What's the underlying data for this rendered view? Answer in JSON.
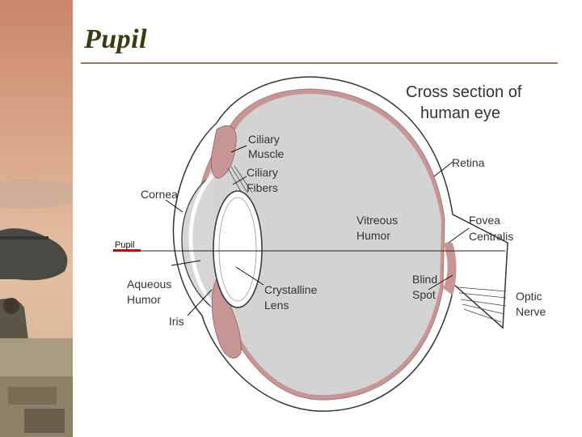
{
  "slide": {
    "title": "Pupil"
  },
  "diagram": {
    "heading": [
      "Cross section of",
      "human eye"
    ],
    "labels": {
      "ciliary_muscle": [
        "Ciliary",
        "Muscle"
      ],
      "ciliary_fibers": [
        "Ciliary",
        "Fibers"
      ],
      "cornea": "Cornea",
      "retina": "Retina",
      "vitreous_humor": [
        "Vitreous",
        "Humor"
      ],
      "fovea_centralis": [
        "Fovea",
        "Centralis"
      ],
      "pupil": "Pupil",
      "aqueous_humor": [
        "Aqueous",
        "Humor"
      ],
      "crystalline_lens": [
        "Crystalline",
        "Lens"
      ],
      "blind_spot": [
        "Blind",
        "Spot"
      ],
      "optic_nerve": [
        "Optic",
        "Nerve"
      ],
      "iris": "Iris"
    }
  },
  "colors": {
    "title": "#3d3a12",
    "rule": "#8c7a5c",
    "eye_fill": "#d3d3d3",
    "tissue": "#c99594",
    "pupil_marker": "#cc0000"
  }
}
